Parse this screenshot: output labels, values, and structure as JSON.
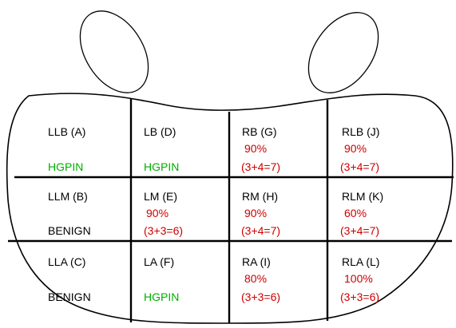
{
  "colors": {
    "outline": "#000000",
    "finding_green": "#00b000",
    "finding_red": "#cc0000",
    "background": "#ffffff"
  },
  "cells": [
    {
      "id": "A",
      "label": "LLB (A)",
      "finding": "HGPIN",
      "finding_color": "green"
    },
    {
      "id": "D",
      "label": "LB (D)",
      "finding": "HGPIN",
      "finding_color": "green"
    },
    {
      "id": "G",
      "label": "RB (G)",
      "percent": "90%",
      "score": "(3+4=7)",
      "finding_color": "red"
    },
    {
      "id": "J",
      "label": "RLB (J)",
      "percent": "90%",
      "score": "(3+4=7)",
      "finding_color": "red"
    },
    {
      "id": "B",
      "label": "LLM (B)",
      "finding": "BENIGN",
      "finding_color": "black"
    },
    {
      "id": "E",
      "label": "LM (E)",
      "percent": "90%",
      "score": "(3+3=6)",
      "finding_color": "red"
    },
    {
      "id": "H",
      "label": "RM (H)",
      "percent": "90%",
      "score": "(3+4=7)",
      "finding_color": "red"
    },
    {
      "id": "K",
      "label": "RLM (K)",
      "percent": "60%",
      "score": "(3+4=7)",
      "finding_color": "red"
    },
    {
      "id": "C",
      "label": "LLA (C)",
      "finding": "BENIGN",
      "finding_color": "black"
    },
    {
      "id": "F",
      "label": "LA (F)",
      "finding": "HGPIN",
      "finding_color": "green"
    },
    {
      "id": "I",
      "label": "RA (I)",
      "percent": "80%",
      "score": "(3+3=6)",
      "finding_color": "red"
    },
    {
      "id": "L",
      "label": "RLA (L)",
      "percent": "100%",
      "score": "(3+3=6)",
      "finding_color": "red"
    }
  ]
}
